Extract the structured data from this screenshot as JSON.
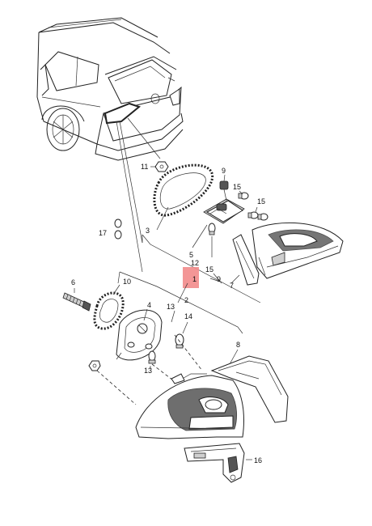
{
  "diagram": {
    "part_labels": {
      "p1": "1",
      "p2": "2",
      "p3": "3",
      "p4": "4",
      "p5": "5",
      "p6": "6",
      "p7": "7",
      "p8": "8",
      "p9": "9",
      "p9b": "9",
      "p10": "10",
      "p11": "11",
      "p12": "12",
      "p13": "13",
      "p13b": "13",
      "p14": "14",
      "p15a": "15",
      "p15b": "15",
      "p15c": "15",
      "p16": "16",
      "p17": "17"
    },
    "highlight_color": "#f28b8b"
  }
}
